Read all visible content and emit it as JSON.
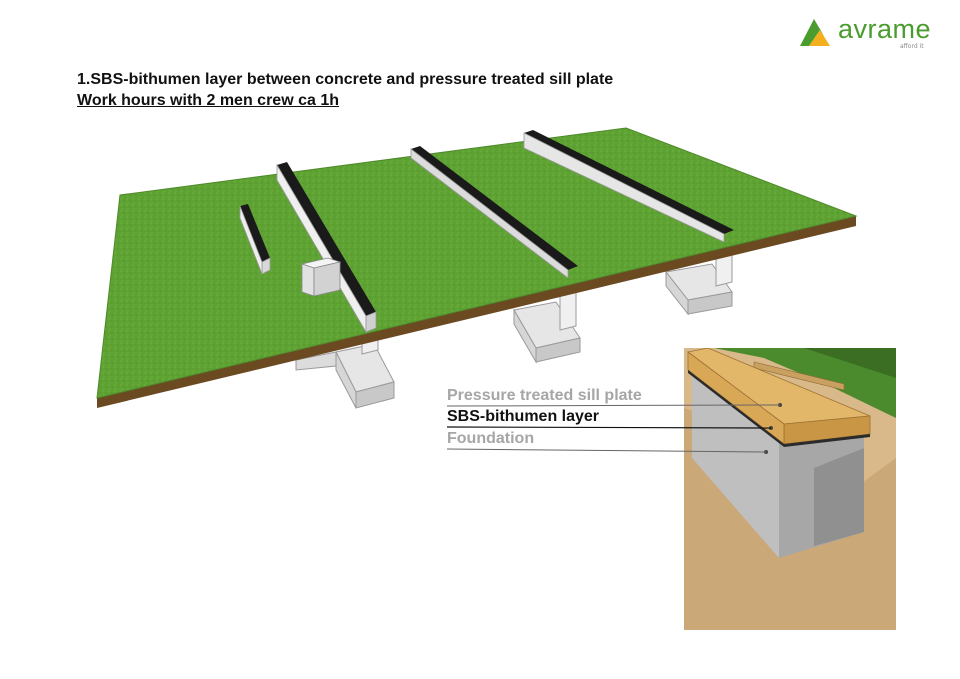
{
  "logo": {
    "name": "avrame",
    "tagline": "afford it",
    "color": "#4b9c2e"
  },
  "heading": {
    "title": "1.SBS-bithumen layer between concrete and pressure treated sill plate",
    "subtitle": "Work hours with 2 men crew ca 1h"
  },
  "callouts": [
    {
      "text": "Pressure treated sill plate",
      "color": "#a6a6a6"
    },
    {
      "text": "SBS-bithumen layer",
      "color": "#111111"
    },
    {
      "text": "Foundation",
      "color": "#a6a6a6"
    }
  ],
  "colors": {
    "grass": "#5fa234",
    "soil": "#6b4a22",
    "concrete": "#e3e3e3",
    "bitumen": "#1a1a1a"
  }
}
